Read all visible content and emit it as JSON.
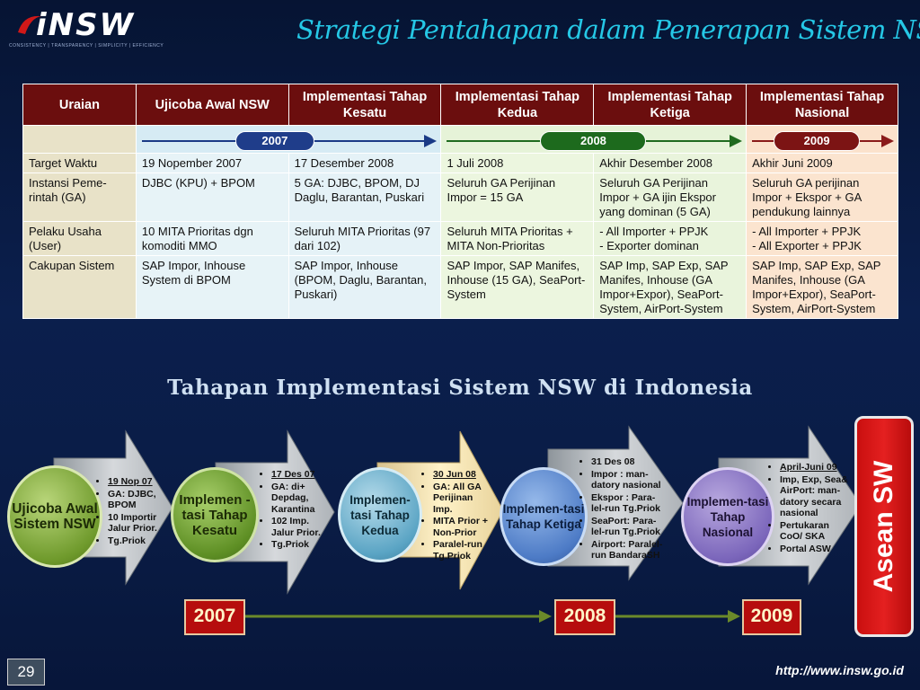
{
  "logo": {
    "word": "iNSW",
    "tagline": "CONSISTENCY | TRANSPARENCY | SIMPLICITY | EFFICIENCY"
  },
  "title": "Strategi Pentahapan dalam Penerapan Sistem NSW",
  "table": {
    "headers": [
      "Uraian",
      "Ujicoba Awal NSW",
      "Implementasi Tahap Kesatu",
      "Implementasi Tahap Kedua",
      "Implementasi Tahap Ketiga",
      "Implementasi Tahap Nasional"
    ],
    "timeline": [
      "2007",
      "2008",
      "2009"
    ],
    "rows": [
      [
        "Target Waktu",
        "19 Nopember 2007",
        "17 Desember 2008",
        "1 Juli 2008",
        "Akhir Desember 2008",
        "Akhir Juni 2009"
      ],
      [
        "Instansi Peme-rintah (GA)",
        "DJBC (KPU) + BPOM",
        "5 GA: DJBC, BPOM, DJ Daglu, Barantan, Puskari",
        "Seluruh GA Perijinan Impor = 15 GA",
        "Seluruh GA Perijinan Impor + GA ijin Ekspor yang dominan (5 GA)",
        "Seluruh GA perijinan Impor + Ekspor + GA pendukung lainnya"
      ],
      [
        "Pelaku Usaha (User)",
        "10 MITA Prioritas dgn komoditi MMO",
        "Seluruh MITA Prioritas (97 dari 102)",
        "Seluruh MITA Prioritas + MITA Non-Prioritas",
        "- All Importer + PPJK\n- Exporter dominan",
        "- All Importer + PPJK\n- All Exporter + PPJK"
      ],
      [
        "Cakupan Sistem",
        "SAP Impor, Inhouse System di BPOM",
        "SAP Impor, Inhouse (BPOM, Daglu, Barantan, Puskari)",
        "SAP Impor, SAP Manifes, Inhouse (15 GA), SeaPort-System",
        "SAP Imp, SAP Exp, SAP Manifes, Inhouse (GA Impor+Expor), SeaPort-System, AirPort-System",
        "SAP Imp, SAP Exp, SAP Manifes, Inhouse (GA Impor+Expor), SeaPort-System, AirPort-System"
      ]
    ]
  },
  "subtitle": "Tahapan Implementasi Sistem NSW di Indonesia",
  "stages": [
    {
      "label": "Ujicoba Awal Sistem NSW",
      "bullets": [
        "19 Nop 07",
        "GA: DJBC, BPOM",
        "10 Importir Jalur Prior.",
        "Tg.Priok"
      ]
    },
    {
      "label": "Implemen - tasi Tahap Kesatu",
      "bullets": [
        "17 Des 07",
        "GA: di+ Depdag, Karantina",
        "102 Imp. Jalur Prior.",
        "Tg.Priok"
      ]
    },
    {
      "label": "Implemen-tasi Tahap Kedua",
      "bullets": [
        "30 Jun 08",
        "GA: All GA Perijinan Imp.",
        "MITA Prior + Non-Prior",
        "Paralel-run Tg.Priok"
      ]
    },
    {
      "label": "Implemen-tasi Tahap Ketiga",
      "bullets": [
        "31 Des 08",
        "Impor : man-datory nasional",
        "Ekspor : Para-lel-run Tg.Priok",
        "SeaPort: Para-lel-run Tg.Priok",
        "Airport: Paralel-run BandaraSH"
      ]
    },
    {
      "label": "Implemen-tasi Tahap Nasional",
      "bullets": [
        "April-Juni 09",
        "Imp, Exp, Sea& AirPort: man-datory secara nasional",
        "Pertukaran CoO/ SKA",
        "Portal ASW"
      ]
    }
  ],
  "years": [
    "2007",
    "2008",
    "2009"
  ],
  "asean": "Asean SW",
  "page_number": "29",
  "url": "http://www.insw.go.id",
  "colors": {
    "header": "#6b0e0e",
    "title": "#25c8e6",
    "red": "#b60d0d",
    "navy": "#0b1f4d"
  }
}
